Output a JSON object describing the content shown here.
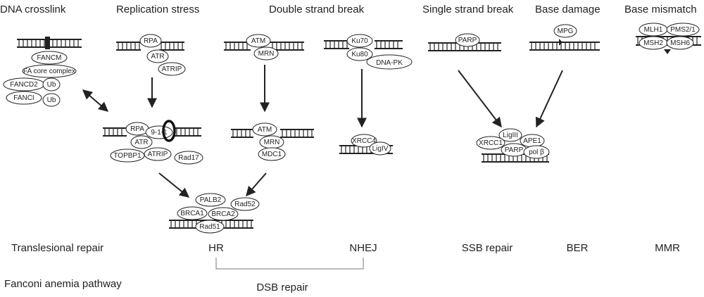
{
  "headers": {
    "crosslink": "DNA crosslink",
    "replication": "Replication stress",
    "dsb": "Double strand break",
    "ssb": "Single strand break",
    "base_damage": "Base damage",
    "mismatch": "Base mismatch"
  },
  "proteins": {
    "fancm": "FANCM",
    "fa_core": "FA core complex",
    "fancd2": "FANCD2",
    "ub1": "Ub",
    "fanci": "FANCI",
    "ub2": "Ub",
    "rpa_top": "RPA",
    "atr_top": "ATR",
    "atrip_top": "ATRIP",
    "atm_top": "ATM",
    "mrn_top": "MRN",
    "ku70": "Ku70",
    "ku80": "Ku80",
    "dnapk": "DNA-PK",
    "parp_top": "PARP",
    "mpg": "MPG",
    "mlh1": "MLH1",
    "pms2": "PMS2/1",
    "msh2": "MSH2",
    "msh6": "MSH6",
    "rpa_mid": "RPA",
    "n911": "9-1-1",
    "atr_mid": "ATR",
    "topbp1": "TOPBP1",
    "atrip_mid": "ATRIP",
    "rad17": "Rad17",
    "atm_mid": "ATM",
    "mrn_mid": "MRN",
    "mdc1": "MDC1",
    "xrcc4": "XRCC4",
    "ligiv": "LigIV",
    "ligiii": "LigIII",
    "xrcc1": "XRCC1",
    "ape1": "APE1",
    "parp_mid": "PARP",
    "polb": "pol β",
    "palb2": "PALB2",
    "rad52": "Rad52",
    "brca1": "BRCA1",
    "brca2": "BRCA2",
    "rad51": "Rad51"
  },
  "pathways": {
    "translesional": "Translesional repair",
    "hr": "HR",
    "nhej": "NHEJ",
    "ssb_repair": "SSB repair",
    "ber": "BER",
    "mmr": "MMR",
    "fanconi": "Fanconi anemia pathway",
    "dsb_repair": "DSB repair"
  }
}
